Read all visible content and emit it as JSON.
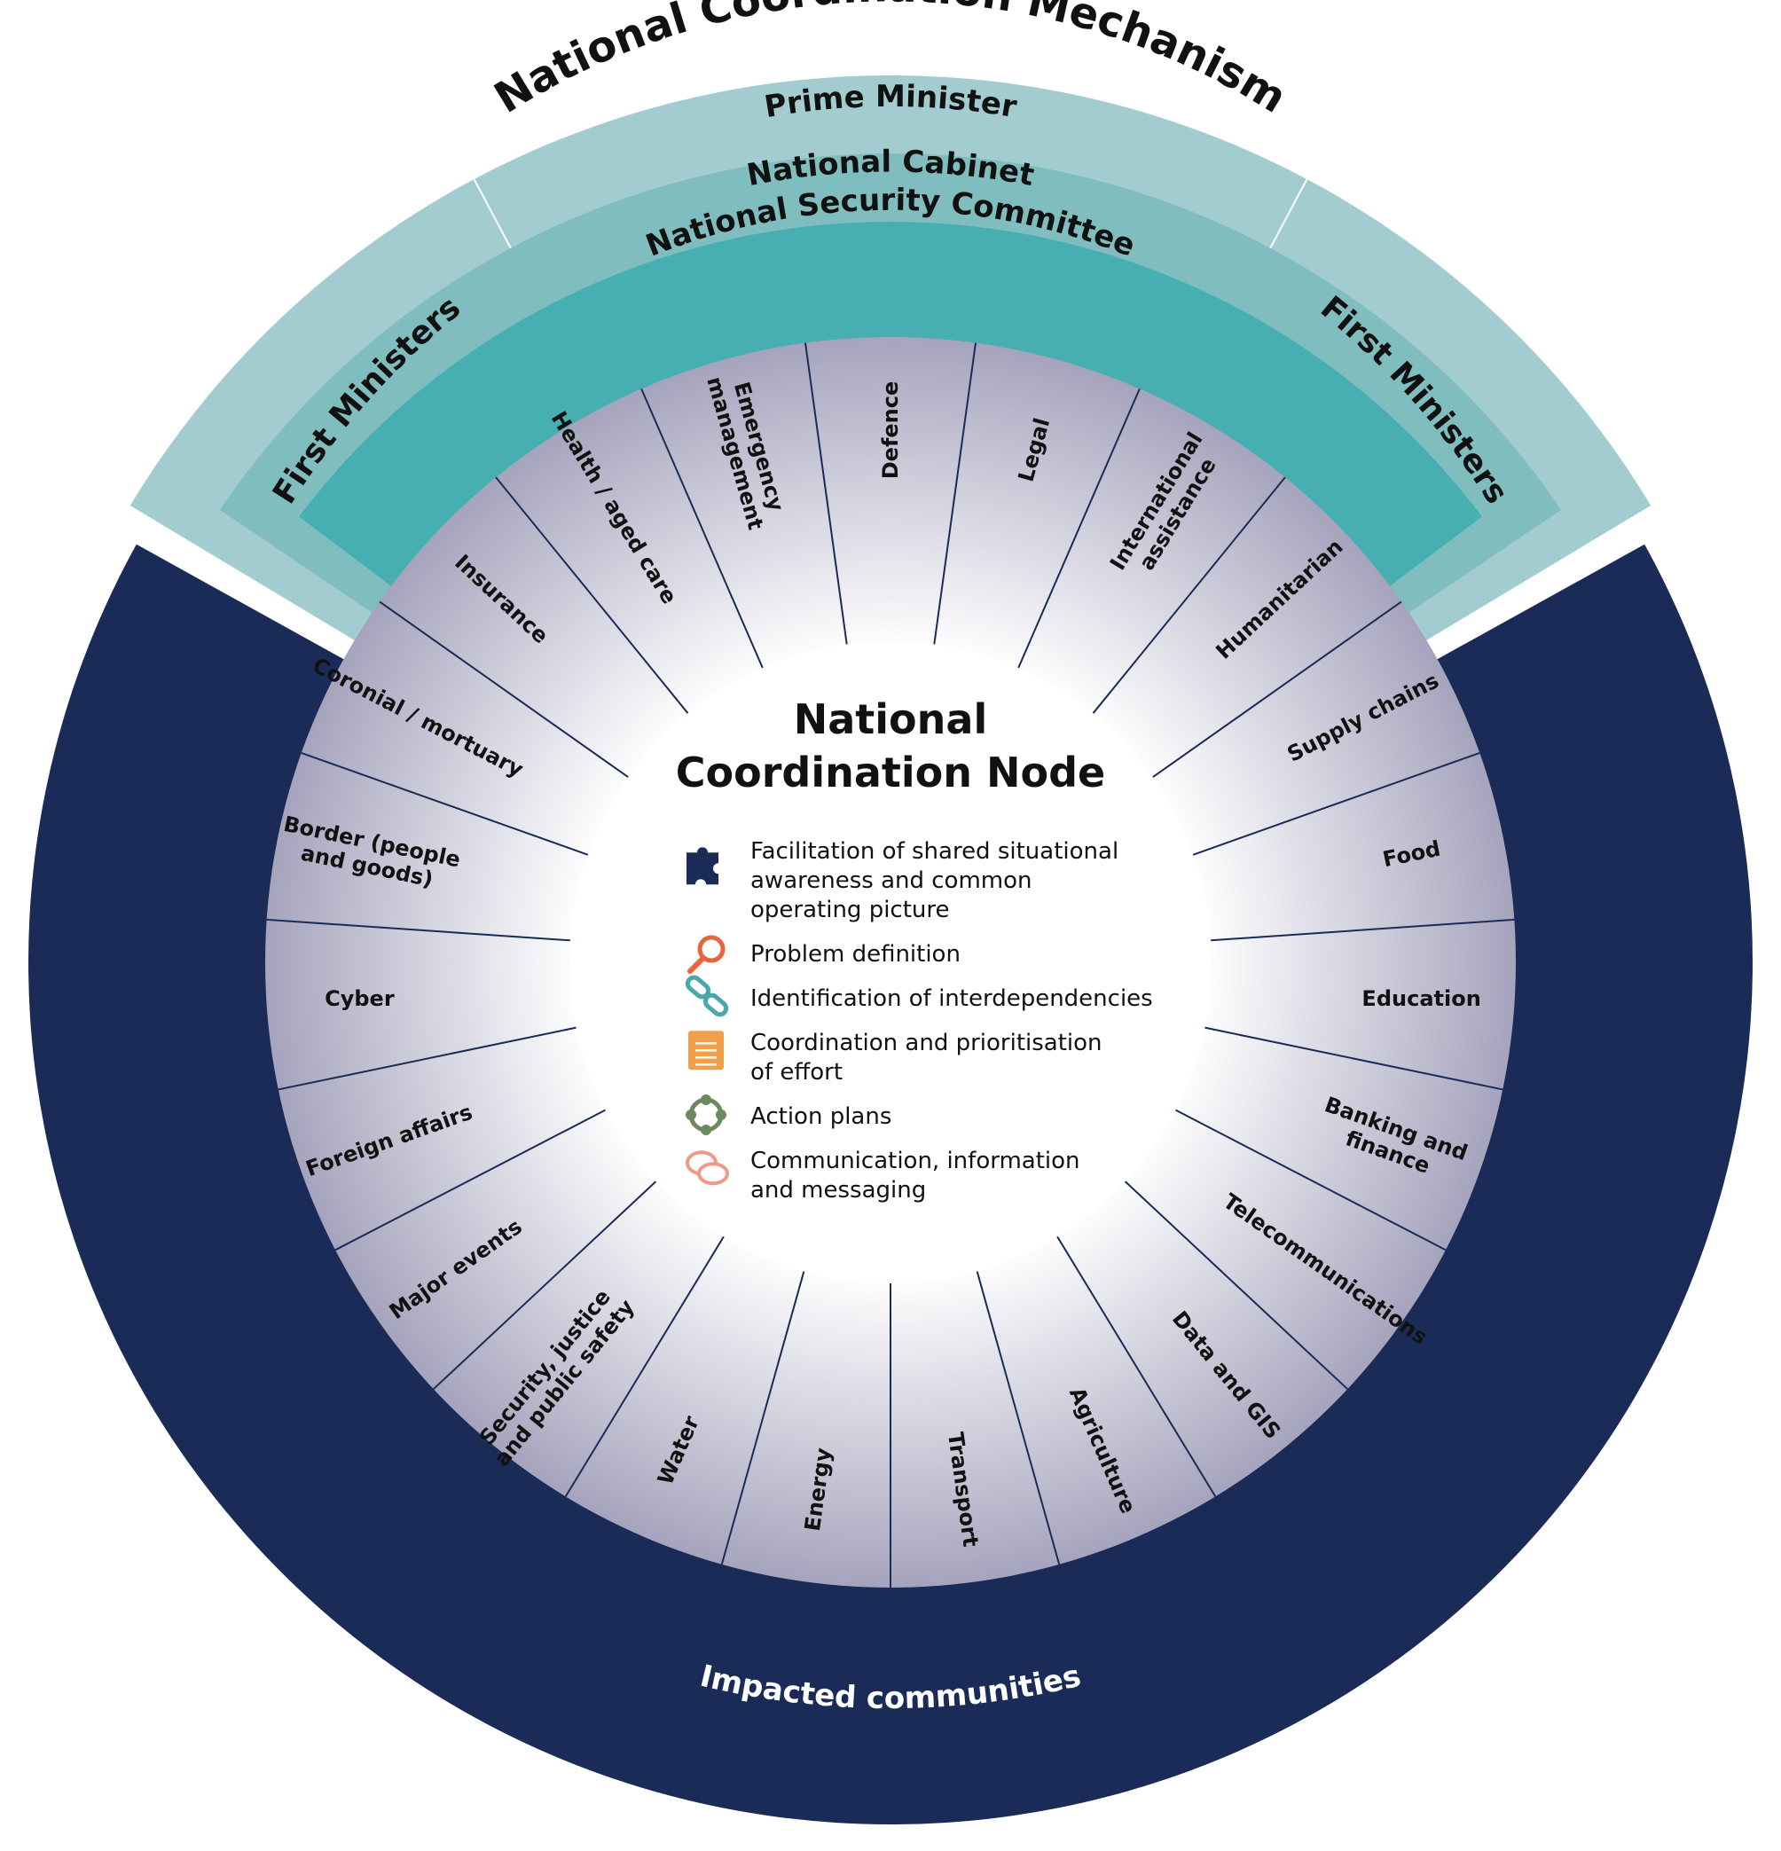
{
  "title": "National Coordination Mechanism",
  "rings": {
    "prime_minister": "Prime Minister",
    "first_ministers_left": "First Ministers",
    "first_ministers_right": "First Ministers",
    "national_cabinet": "National Cabinet",
    "national_security_committee": "National Security Committee",
    "impacted_communities": "Impacted communities"
  },
  "node": {
    "title_line1": "National",
    "title_line2": "Coordination Node",
    "functions": [
      {
        "icon": "puzzle-icon",
        "lines": [
          "Facilitation of shared situational",
          "awareness and common",
          "operating picture"
        ]
      },
      {
        "icon": "magnifier-icon",
        "lines": [
          "Problem definition"
        ]
      },
      {
        "icon": "chain-link-icon",
        "lines": [
          "Identification of interdependencies"
        ]
      },
      {
        "icon": "notepad-icon",
        "lines": [
          "Coordination and prioritisation",
          "of effort"
        ]
      },
      {
        "icon": "crosshair-icon",
        "lines": [
          "Action plans"
        ]
      },
      {
        "icon": "speech-bubbles-icon",
        "lines": [
          "Communication, information",
          "and messaging"
        ]
      }
    ]
  },
  "sectors": [
    {
      "lines": [
        "Defence"
      ]
    },
    {
      "lines": [
        "Legal"
      ]
    },
    {
      "lines": [
        "International",
        "assistance"
      ]
    },
    {
      "lines": [
        "Humanitarian"
      ]
    },
    {
      "lines": [
        "Supply chains"
      ]
    },
    {
      "lines": [
        "Food"
      ]
    },
    {
      "lines": [
        "Education"
      ]
    },
    {
      "lines": [
        "Banking and",
        "finance"
      ]
    },
    {
      "lines": [
        "Telecommunications"
      ]
    },
    {
      "lines": [
        "Data and GIS"
      ]
    },
    {
      "lines": [
        "Agriculture"
      ]
    },
    {
      "lines": [
        "Transport"
      ]
    },
    {
      "lines": [
        "Energy"
      ]
    },
    {
      "lines": [
        "Water"
      ]
    },
    {
      "lines": [
        "Security, justice",
        "and public safety"
      ]
    },
    {
      "lines": [
        "Major events"
      ]
    },
    {
      "lines": [
        "Foreign affairs"
      ]
    },
    {
      "lines": [
        "Cyber"
      ]
    },
    {
      "lines": [
        "Border (people",
        "and goods)"
      ]
    },
    {
      "lines": [
        "Coronial / mortuary"
      ]
    },
    {
      "lines": [
        "Insurance"
      ]
    },
    {
      "lines": [
        "Health / aged care"
      ]
    },
    {
      "lines": [
        "Emergency",
        "management"
      ]
    }
  ],
  "colors": {
    "navy": "#1a2b57",
    "ring_outer": "#a2cccf",
    "ring_middle": "#7fbdbf",
    "ring_inner": "#47aeb2",
    "sector_center": "#ffffff",
    "sector_edge": "#a6a4bd",
    "divider": "#1a2b57",
    "icon_puzzle": "#1a2b57",
    "icon_magnifier": "#e8643c",
    "icon_chain": "#4aa8ab",
    "icon_notepad": "#f0a04b",
    "icon_crosshair": "#6d8a5e",
    "icon_bubbles": "#ef9a86"
  }
}
